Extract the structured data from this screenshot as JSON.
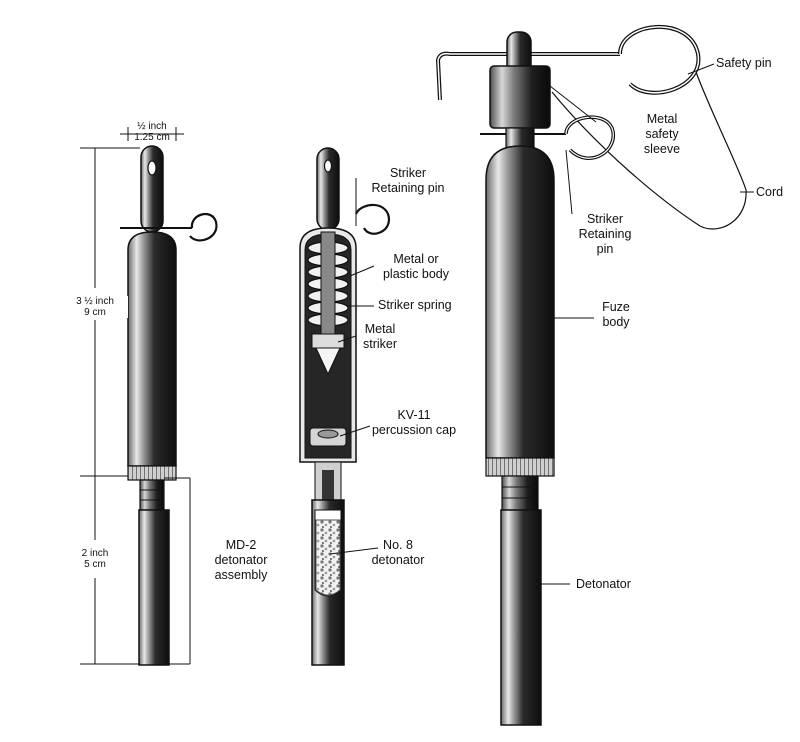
{
  "colors": {
    "ink": "#111111",
    "metal_dark": "#1a1a1a",
    "metal_light": "#8a8a8a",
    "highlight": "#e6e6e6",
    "background": "#ffffff"
  },
  "dimensions": {
    "width_line1": "½ inch",
    "width_line2": "1.25 cm",
    "body_line1": "3 ½  inch",
    "body_line2": "9 cm",
    "det_line1": "2 inch",
    "det_line2": "5 cm"
  },
  "left_labels": {
    "assembly_line1": "MD-2",
    "assembly_line2": "detonator",
    "assembly_line3": "assembly"
  },
  "middle_labels": {
    "retaining_line1": "Striker",
    "retaining_line2": "Retaining pin",
    "body_line1": "Metal or",
    "body_line2": "plastic body",
    "spring": "Striker spring",
    "striker_line1": "Metal",
    "striker_line2": "striker",
    "cap_line1": "KV-11",
    "cap_line2": "percussion cap",
    "detonator_line1": "No. 8",
    "detonator_line2": "detonator"
  },
  "right_labels": {
    "safety_pin": "Safety pin",
    "sleeve_line1": "Metal",
    "sleeve_line2": "safety",
    "sleeve_line3": "sleeve",
    "cord": "Cord",
    "retaining_line1": "Striker",
    "retaining_line2": "Retaining",
    "retaining_line3": "pin",
    "fuze_line1": "Fuze",
    "fuze_line2": "body",
    "detonator": "Detonator"
  }
}
